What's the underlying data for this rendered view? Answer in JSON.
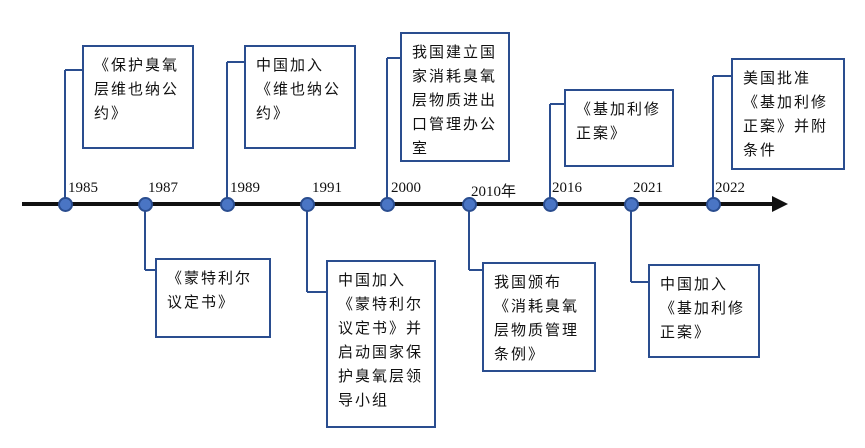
{
  "timeline": {
    "colors": {
      "line": "#111111",
      "dot": "#4a75c4",
      "border": "#2a4d8f"
    },
    "events": [
      {
        "year": "1985",
        "text": "《保护臭氧\n层维也纳公\n约》",
        "side": "above"
      },
      {
        "year": "1987",
        "text": "《蒙特利尔\n议定书》",
        "side": "below"
      },
      {
        "year": "1989",
        "text": "中国加入\n《维也纳公\n约》",
        "side": "above"
      },
      {
        "year": "1991",
        "text": "中国加入\n《蒙特利尔\n议定书》并\n启动国家保\n护臭氧层领\n导小组",
        "side": "below"
      },
      {
        "year": "2000",
        "text": "我国建立国\n家消耗臭氧\n层物质进出\n口管理办公\n室",
        "side": "above"
      },
      {
        "year": "2010年",
        "text": "我国颁布\n《消耗臭氧\n层物质管理\n条例》",
        "side": "below"
      },
      {
        "year": "2016",
        "text": "《基加利修\n正案》",
        "side": "above"
      },
      {
        "year": "2021",
        "text": "中国加入\n《基加利修\n正案》",
        "side": "below"
      },
      {
        "year": "2022",
        "text": "美国批准\n《基加利修\n正案》并附\n条件",
        "side": "above"
      }
    ]
  }
}
